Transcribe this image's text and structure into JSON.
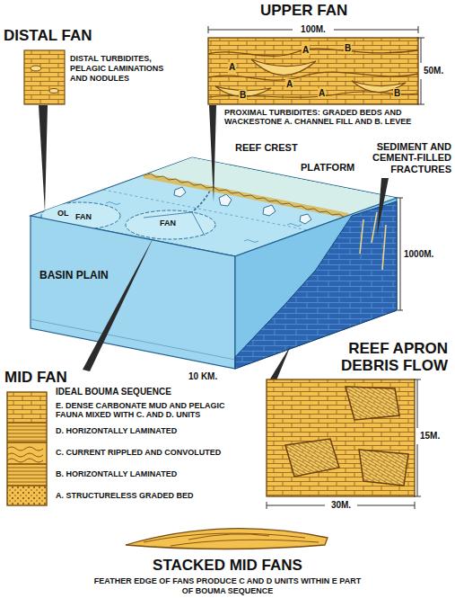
{
  "diagram": {
    "nodes": [
      {
        "text": [
          "DISTAL FAN",
          "DISTAL TURBIDITES, PELAGIC LAMINATIONS AND NODULES"
        ]
      },
      {
        "text": [
          "UPPER FAN",
          "PROXIMAL TURBIDITES: GRADED BEDS AND WACKESTONE A. CHANNEL FILL AND B. LEVEE"
        ]
      },
      {
        "text": [
          "REEF APRON DEBRIS FLOW"
        ]
      },
      {
        "text": [
          "MID FAN",
          "IDEAL BOUMA SEQUENCE",
          "E. DENSE CARBONATE MUD AND PELAGIC FAUNA MIXED WITH C. AND D. UNITS",
          "D. HORIZONTALLY LAMINATED",
          "C. CURRENT RIPPLED AND CONVOLUTED",
          "B. HORIZONTALLY LAMINATED",
          "A. STRUCTURELESS GRADED BED"
        ]
      },
      {
        "text": [
          "STACKED MID FANS",
          "FEATHER EDGE OF FANS PRODUCE C AND D UNITS WITHIN E PART OF BOUMA SEQUENCE"
        ]
      }
    ],
    "labels": [
      "100M.",
      "50M.",
      "A",
      "A",
      "B",
      "A",
      "B",
      "A",
      "B",
      "REEF CREST",
      "PLATFORM",
      "SEDIMENT AND CEMENT-FILLED FRACTURES",
      "1000M.",
      "OL",
      "FAN",
      "FAN",
      "BASIN PLAIN",
      "10 KM.",
      "15M.",
      "30M."
    ]
  }
}
